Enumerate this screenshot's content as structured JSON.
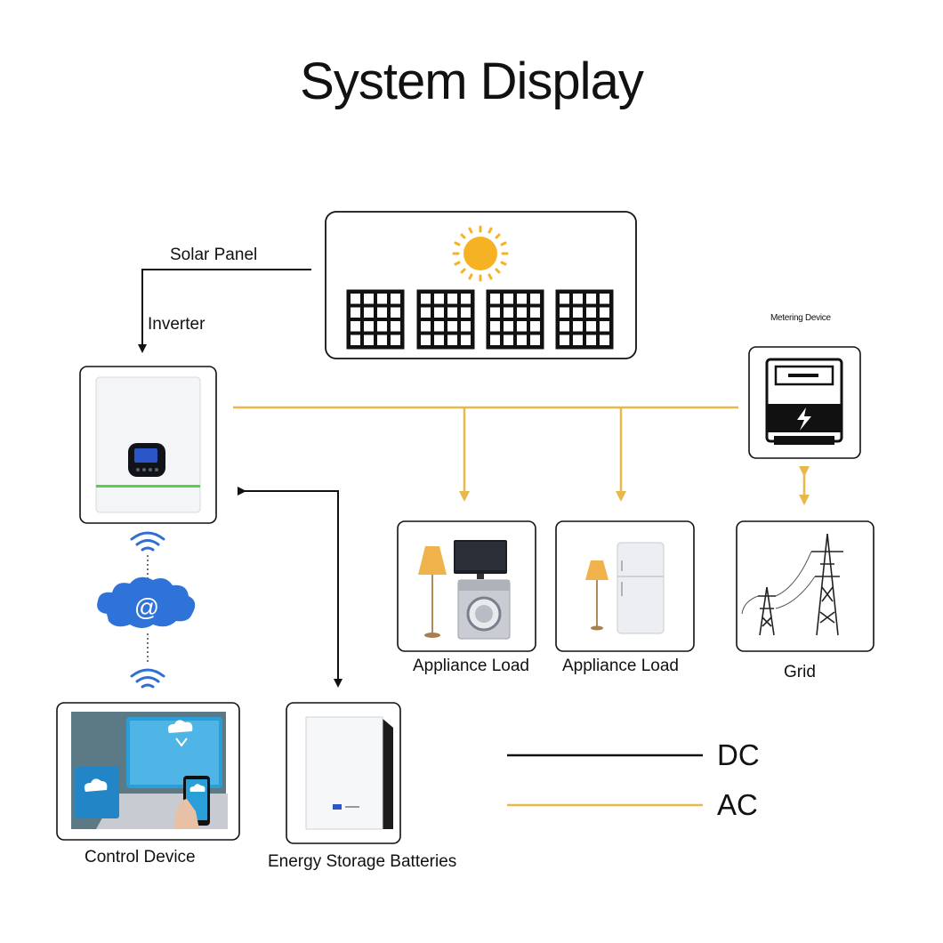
{
  "title": "System Display",
  "labels": {
    "solar_panel": "Solar Panel",
    "inverter": "Inverter",
    "metering_device": "Metering Device",
    "appliance_load_1": "Appliance Load",
    "appliance_load_2": "Appliance Load",
    "grid": "Grid",
    "control_device": "Control Device",
    "energy_storage": "Energy Storage Batteries"
  },
  "cloud_symbol": "@",
  "legend": [
    {
      "label": "DC",
      "color": "#111111"
    },
    {
      "label": "AC",
      "color": "#e8b84a"
    }
  ],
  "colors": {
    "ac_line": "#e8b84a",
    "dc_line": "#111111",
    "sun": "#f5b323",
    "wifi": "#2f6fd1",
    "cloud": "#2f73d9",
    "inverter_stripe": "#56d046"
  },
  "icons": [
    "sun-icon",
    "solar-panel-icon",
    "inverter-icon",
    "meter-icon",
    "lamp-icon",
    "tv-icon",
    "washing-machine-icon",
    "fridge-icon",
    "power-tower-icon",
    "wifi-icon",
    "cloud-icon",
    "laptop-icon",
    "battery-icon"
  ]
}
